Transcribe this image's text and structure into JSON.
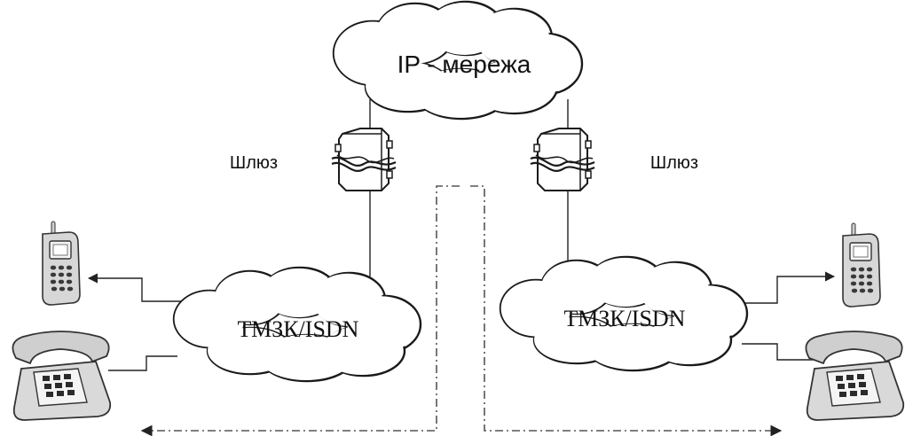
{
  "ip_network": {
    "label": "IP - мережа"
  },
  "gateways": {
    "left": {
      "label": "Шлюз"
    },
    "right": {
      "label": "Шлюз"
    }
  },
  "pstn_networks": {
    "left": {
      "label": "ТМЗК/ISDN"
    },
    "right": {
      "label": "ТМЗК/ISDN"
    }
  },
  "colors": {
    "stroke": "#1a1a1a",
    "device_fill": "#d9d9d9",
    "device_dark": "#444444",
    "background": "#ffffff"
  },
  "icons": [
    "cloud-icon",
    "gateway-icon",
    "mobile-phone-icon",
    "desk-phone-icon",
    "arrow-icon"
  ]
}
